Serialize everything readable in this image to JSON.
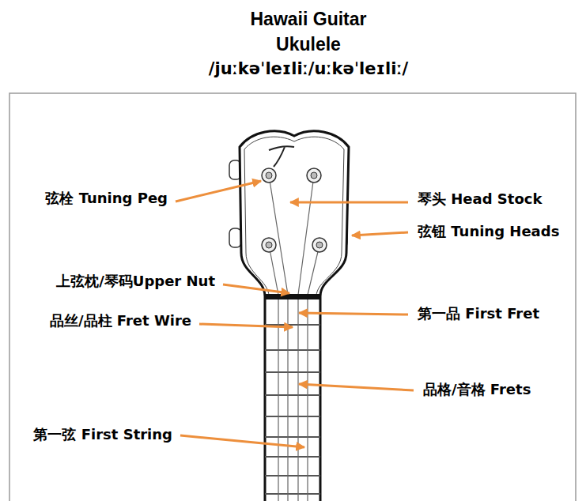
{
  "diagram": {
    "title": "Hawaii Guitar Ukulele",
    "labels": [
      "/juːkəˈleɪliː/uːkəˈleɪliː/",
      "弦栓 Tuning Peg",
      "琴头 Head Stock",
      "弦钮 Tuning Heads",
      "上弦枕/琴码Upper Nut",
      "第一品 First Fret",
      "品丝/品柱 Fret Wire",
      "品格/音格 Frets",
      "第一弦 First String"
    ]
  }
}
